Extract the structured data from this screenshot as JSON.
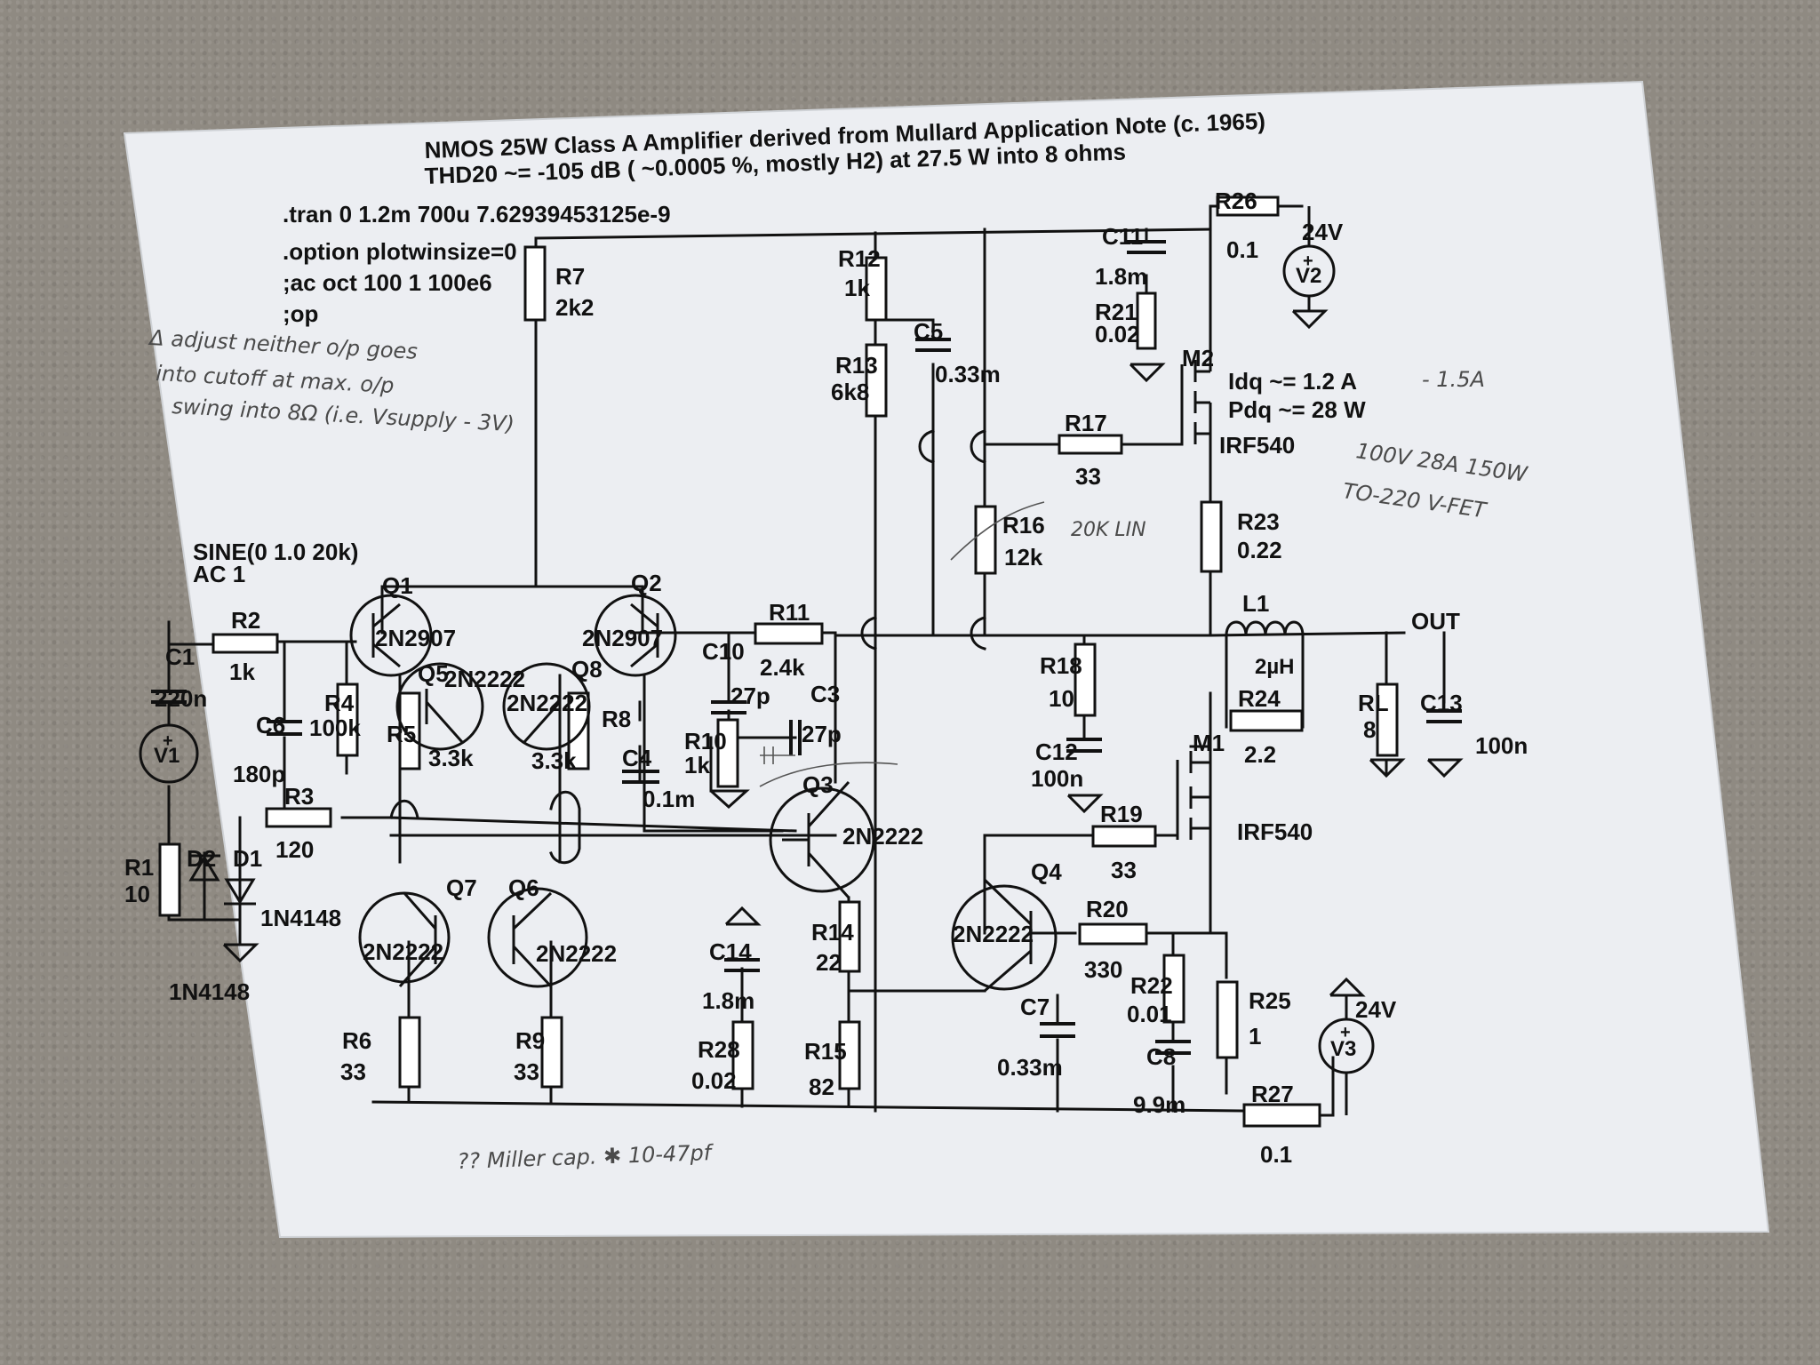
{
  "title": {
    "line1": "NMOS 25W Class A Amplifier derived from Mullard Application Note (c. 1965)",
    "line2": "THD20 ~= -105 dB ( ~0.0005 %, mostly H2) at 27.5 W into 8 ohms"
  },
  "directives": [
    ".tran 0 1.2m 700u  7.62939453125e-9",
    ".option plotwinsize=0",
    ";ac oct 100 1 100e6",
    ";op"
  ],
  "source_spec": {
    "line1": "SINE(0 1.0 20k)",
    "line2": "AC 1"
  },
  "components": {
    "R7": {
      "name": "R7",
      "value": "2k2"
    },
    "R12": {
      "name": "R12",
      "value": "1k"
    },
    "R13": {
      "name": "R13",
      "value": "6k8"
    },
    "C5": {
      "name": "C5",
      "value": "0.33m"
    },
    "C11": {
      "name": "C11",
      "value": "1.8m"
    },
    "R21": {
      "name": "R21",
      "value": "0.02"
    },
    "R26": {
      "name": "R26",
      "value": "0.1"
    },
    "V2": {
      "name": "V2",
      "value": "24V"
    },
    "M2": {
      "name": "M2",
      "model": "IRF540"
    },
    "R17": {
      "name": "R17",
      "value": "33"
    },
    "R16": {
      "name": "R16",
      "value": "12k"
    },
    "R23": {
      "name": "R23",
      "value": "0.22"
    },
    "L1": {
      "name": "L1",
      "value": "2µH"
    },
    "R24": {
      "name": "R24",
      "value": "2.2"
    },
    "RL": {
      "name": "RL",
      "value": "8"
    },
    "C13": {
      "name": "C13",
      "value": "100n"
    },
    "R2": {
      "name": "R2",
      "value": "1k"
    },
    "C1": {
      "name": "C1",
      "value": "220n"
    },
    "V1": {
      "name": "V1"
    },
    "C6": {
      "name": "C6",
      "value": "180p"
    },
    "R4": {
      "name": "R4",
      "value": "100k"
    },
    "R5": {
      "name": "R5",
      "value": "3.3k"
    },
    "R8": {
      "name": "R8",
      "value": "3.3k"
    },
    "R3": {
      "name": "R3",
      "value": "120"
    },
    "R1": {
      "name": "R1",
      "value": "10"
    },
    "D2": {
      "name": "D2",
      "model": "1N4148"
    },
    "D1": {
      "name": "D1",
      "model": "1N4148"
    },
    "Q1": {
      "name": "Q1",
      "model": "2N2907"
    },
    "Q2": {
      "name": "Q2",
      "model": "2N2907"
    },
    "Q5": {
      "name": "Q5",
      "model": "2N2222"
    },
    "Q8": {
      "name": "Q8",
      "model": "2N2222"
    },
    "C4": {
      "name": "C4",
      "value": "0.1m"
    },
    "Q7": {
      "name": "Q7",
      "model": "2N2222"
    },
    "Q6": {
      "name": "Q6",
      "model": "2N2222"
    },
    "R6": {
      "name": "R6",
      "value": "33"
    },
    "R9": {
      "name": "R9",
      "value": "33"
    },
    "R11": {
      "name": "R11",
      "value": "2.4k"
    },
    "C10": {
      "name": "C10",
      "value": "27p"
    },
    "C3": {
      "name": "C3",
      "value": "27p"
    },
    "R10": {
      "name": "R10",
      "value": "1k"
    },
    "Q3": {
      "name": "Q3",
      "model": "2N2222"
    },
    "R14": {
      "name": "R14",
      "value": "22"
    },
    "R15": {
      "name": "R15",
      "value": "82"
    },
    "C14": {
      "name": "C14",
      "value": "1.8m"
    },
    "R28": {
      "name": "R28",
      "value": "0.02"
    },
    "R18": {
      "name": "R18",
      "value": "10"
    },
    "C12": {
      "name": "C12",
      "value": "100n"
    },
    "R19": {
      "name": "R19",
      "value": "33"
    },
    "M1": {
      "name": "M1",
      "model": "IRF540"
    },
    "Q4": {
      "name": "Q4",
      "model": "2N2222"
    },
    "R20": {
      "name": "R20",
      "value": "330"
    },
    "R22": {
      "name": "R22",
      "value": "0.01"
    },
    "C7": {
      "name": "C7",
      "value": "0.33m"
    },
    "C8": {
      "name": "C8",
      "value": "9.9m"
    },
    "R25": {
      "name": "R25",
      "value": "1"
    },
    "V3": {
      "name": "V3",
      "value": "24V"
    },
    "R27": {
      "name": "R27",
      "value": "0.1"
    }
  },
  "out_label": "OUT",
  "spice": {
    "idq": "Idq ~= 1.2 A",
    "pdq": "Pdq ~= 28 W"
  },
  "handwritten": {
    "note1": "Δ adjust neither o/p goes",
    "note2": "into cutoff at max. o/p",
    "note3": "swing into 8Ω (i.e. Vsupply - 3V)",
    "idq_alt": "- 1.5A",
    "mosfet_spec1": "100V 28A 150W",
    "mosfet_spec2": "TO-220   V-FET",
    "r16_note": "20K LIN",
    "miller": "?? Miller cap. ✱ 10-47pf"
  }
}
